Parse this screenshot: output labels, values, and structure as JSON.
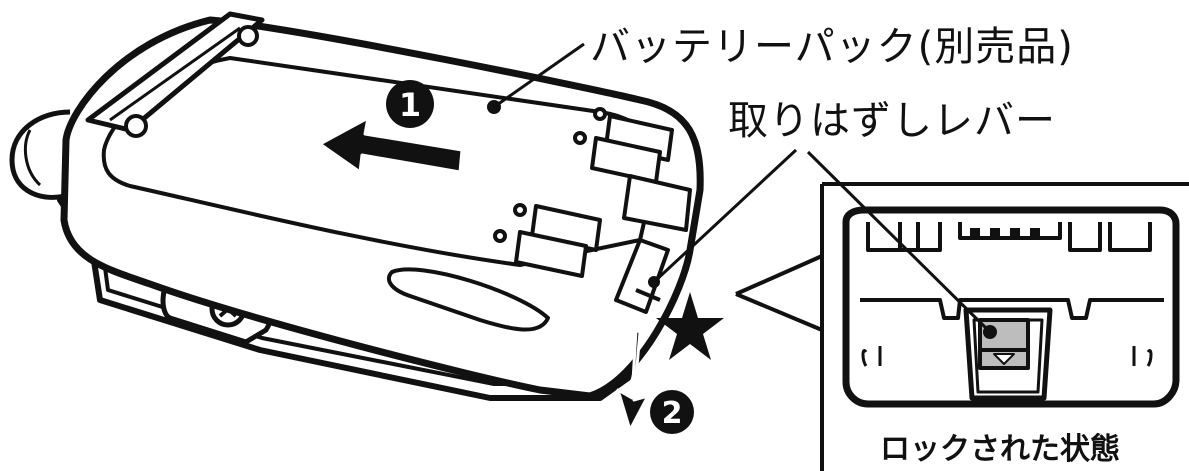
{
  "labels": {
    "battery_pack": "バッテリーパック(別売品)",
    "release_lever": "取りはずしレバー",
    "locked_state": "ロックされた状態"
  },
  "steps": {
    "step1": "1",
    "step2": "2"
  },
  "colors": {
    "ink": "#111111",
    "paper": "#ffffff",
    "lever_gray": "#bdbdbd"
  }
}
